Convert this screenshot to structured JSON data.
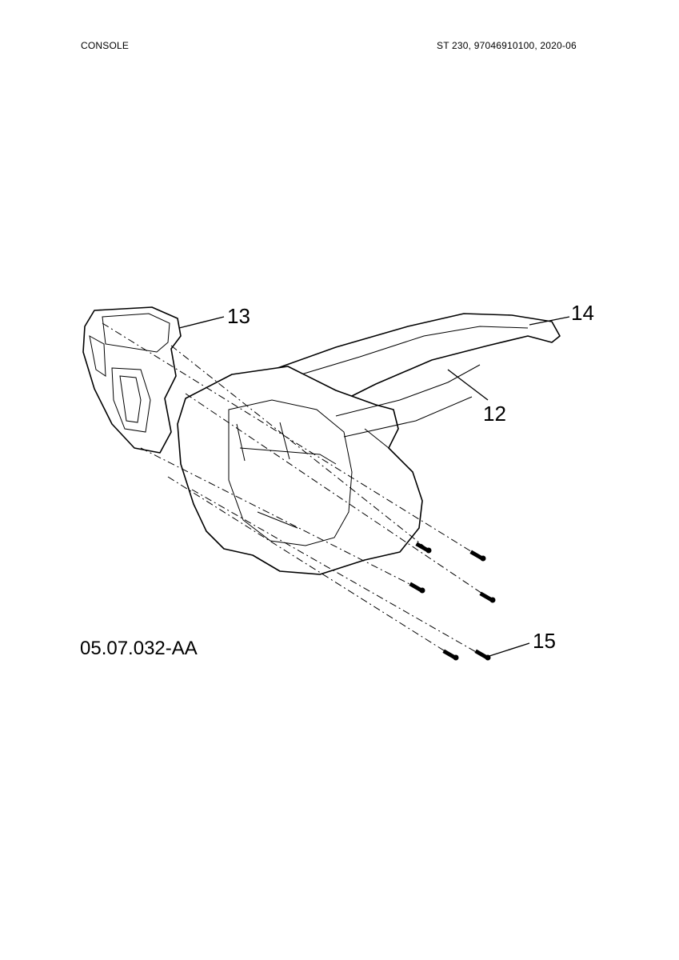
{
  "header": {
    "section_title": "CONSOLE",
    "model_info": "ST 230, 97046910100, 2020-06"
  },
  "figure": {
    "code": "05.07.032-AA",
    "callouts": [
      {
        "id": "callout-13",
        "label": "13"
      },
      {
        "id": "callout-14",
        "label": "14"
      },
      {
        "id": "callout-12",
        "label": "12"
      },
      {
        "id": "callout-15",
        "label": "15"
      }
    ]
  }
}
